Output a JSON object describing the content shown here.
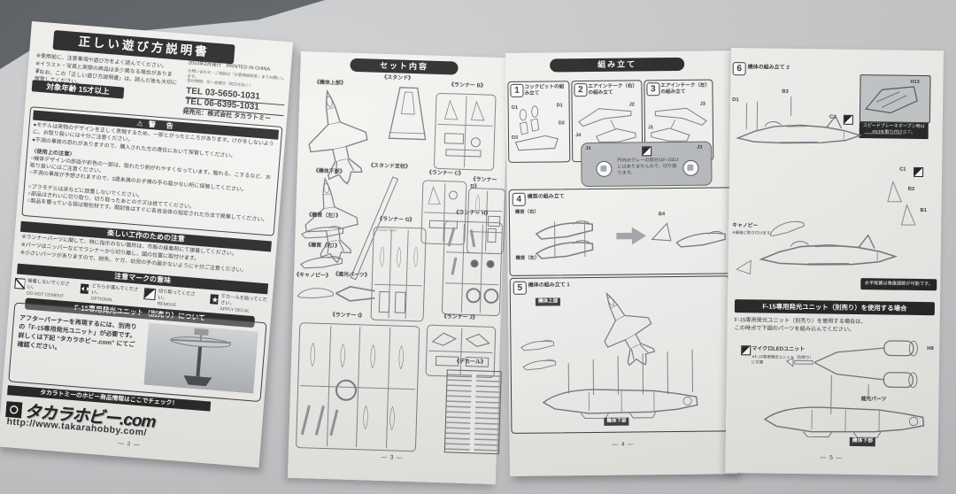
{
  "page2": {
    "title": "正しい遊び方説明書",
    "intro_lines": [
      "※使用前に、注意事項や遊び方をよく読んでください。",
      "※イラスト・写真と実際の商品は多少異なる場合があります。",
      "※なお、この「正しい遊び方説明書」は、読んだ後も大切に保管してください。"
    ],
    "issue_line": "2010年2月発行　PRINTED IN CHINA",
    "service_lines": [
      "お問い合わせ・ご相談は「お客様相談室」までお願いします。",
      "受付時間：月～金曜日（祝日を除く）"
    ],
    "tel_1": "TEL 03-5650-1031",
    "tel_2": "TEL 06-6395-1031",
    "publisher": "発売元：株式会社 タカラトミー",
    "age_badge": "対象年齢 15才以上",
    "warning_title": "警　告",
    "warning_items": [
      "●モデルは実物のデザインを正しく表現するため、一部とがったところがあります。けがをしないように、お取り扱いには十分ご注意ください。",
      "●不測の事故の恐れがありますので、購入された方の責任において保管してください。"
    ],
    "usage_header": "〈使用上の注意〉",
    "usage_items": [
      "○機体デザインの部品や彩色の一部は、取れたり剥がれやすくなっています。触れる、こするなど、お取り扱いにはご注意ください。",
      "○不測の事故が予想されますので、3歳未満のお子様の手の届かない所に保管してください。",
      "○プラモデルは床などに放置しないでください。",
      "○部品はきれいに切り取り、切り取ったあとのクズは捨ててください。",
      "○製品を覆っている袋は梱包材です。開封後はすぐに各自治体の指定された方法で廃棄してください。"
    ],
    "craft_header": "楽しい工作のための注意",
    "craft_items": [
      "※ランナーパーツに関して、特に指示のない箇所は、市販の接着剤にて接着してください。",
      "※パーツはニッパーなどでランナーから切り離し、図の位置に取付けます。",
      "※小さいパーツがありますので、紛失、ケガ、幼児の手の届かないように十分ご注意ください。"
    ],
    "marks_header": "注意マークの意味",
    "marks": [
      {
        "jp": "接着しないでください。",
        "en": "DO NOT CEMENT"
      },
      {
        "jp": "どちらか選んでください。",
        "en": "OPTIONAL"
      },
      {
        "jp": "切り取ってください。",
        "en": "REMOVE"
      },
      {
        "jp": "デカールを貼ってください。",
        "en": "APPLY DECAL"
      }
    ],
    "unit_header": "F-15専用発光ユニット（別売り）について",
    "unit_text": "アフターバーナーを再現するには、別売りの「F-15専用発光ユニット」が必要です。詳しくは下記 “タカラホビー.com” にてご確認ください。",
    "hobby_banner": "タカラトミーのホビー商品情報はここでチェック！",
    "hobby_logo": "タカラホビー.com",
    "hobby_url": "http://www.takarahobby.com/",
    "page_no": "— 2 —"
  },
  "page3": {
    "header": "セット内容",
    "labels": {
      "body_upper": "《機体上部》",
      "stand": "《スタンド》",
      "runner_b": "《ランナー B》",
      "stand_pole": "《スタンド支柱》",
      "runner_c": "《ランナー C》",
      "runner_d": "《ランナー D》",
      "body_lower": "《機体下部》",
      "nose_left": "《機首（左）》",
      "runner_g": "《ランナー G》",
      "runner_h": "《ランナー H》",
      "nose_right": "《機首（右）》",
      "canopy": "《キャノピー》",
      "shade_parts": "《遮光パーツ》",
      "runner_i": "《ランナー I》",
      "runner_j": "《ランナー J》",
      "decal": "《デカール》"
    },
    "runner_g_mark": "©2010 TOMY",
    "page_no": "— 3 —"
  },
  "page4": {
    "header": "組み立て",
    "steps": [
      {
        "no": "1",
        "title": "コックピットの組み立て"
      },
      {
        "no": "2",
        "title": "エアインテーク（右）の組み立て"
      },
      {
        "no": "3",
        "title": "エアインテーク（左）の組み立て"
      }
    ],
    "s1_parts": [
      "G1",
      "D1",
      "D2",
      "D3"
    ],
    "s2_parts": [
      "J4",
      "J2"
    ],
    "s3_parts": [
      "J1",
      "J3"
    ],
    "gray_note": {
      "j4": "J4",
      "j3": "J3",
      "text": "円内のグレーの部分はF-15DJにはありませんので、切り取ります。"
    },
    "step4": {
      "no": "4",
      "title": "機首の組み立て",
      "nose_r": "機首（右）",
      "nose_l": "機首（左）",
      "b4": "B4"
    },
    "step5": {
      "no": "5",
      "title": "機体の組み立て 1",
      "upper": "機体上部",
      "lower": "機体下部"
    },
    "page_no": "— 4 —"
  },
  "page5": {
    "step6": {
      "no": "6",
      "title": "機体の組み立て 2",
      "d1": "D1",
      "b3": "B3",
      "c2": "C2",
      "h13": "H13",
      "h9": "H9",
      "c1": "C1",
      "b2": "B2",
      "b1": "B1",
      "canopy": "キャノピー",
      "canopy_note": "※最後に取り付けます。",
      "inset_caption": "スピードブレーキオープン時はH13を取り付けます。"
    },
    "tail_note": "水平尾翼は角度調節が可能です。",
    "unit_header": "F-15専用発光ユニット（別売り）を使用する場合",
    "unit_lines": [
      "F-15専用発光ユニット（別売り）を使用する場合は、",
      "この時点で下図のパーツを組み込んでください。"
    ],
    "led_label": "マイクロLEDユニット",
    "led_note": "※F-15専用発光ユニット（別売り）に付属",
    "shade_label": "遮光パーツ",
    "h9_label": "H9",
    "body_lower_label": "機体下部",
    "page_no": "— 5 —"
  }
}
